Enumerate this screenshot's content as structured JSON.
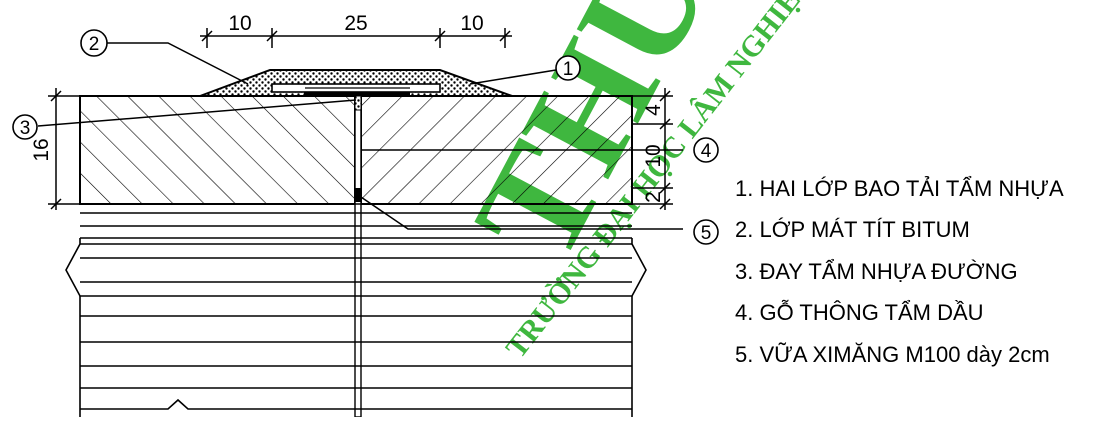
{
  "dimensions": {
    "top": [
      "10",
      "25",
      "10"
    ],
    "left_total": "16",
    "right": [
      "4",
      "10",
      "2"
    ]
  },
  "callouts": [
    "1",
    "2",
    "3",
    "4",
    "5"
  ],
  "legend": [
    "1. HAI LỚP BAO TẢI TẨM NHỰA",
    "2. LỚP MÁT TÍT BITUM",
    "3. ĐAY TẨM NHỰA ĐƯỜNG",
    "4. GỖ THÔNG TẨM DẦU",
    "5. VỮA XIMĂNG M100 dày 2cm"
  ],
  "watermark": {
    "big": "THỦY LỢI",
    "arc": "TRƯỜNG ĐẠI HỌC LÂM NGHIỆP",
    "color": "#2bb02b"
  }
}
